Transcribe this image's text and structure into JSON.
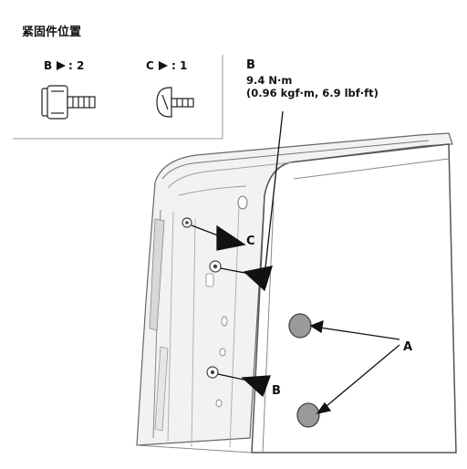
{
  "legend": {
    "title": "紧固件位置",
    "fastener_b": {
      "letter": "B",
      "qty": ": 2"
    },
    "fastener_c": {
      "letter": "C",
      "qty": ": 1"
    }
  },
  "torque_spec": {
    "letter": "B",
    "line1": "9.4 N·m",
    "line2": "(0.96 kgf·m, 6.9 lbf·ft)"
  },
  "callouts": {
    "a": "A",
    "b": "B",
    "c": "C"
  }
}
